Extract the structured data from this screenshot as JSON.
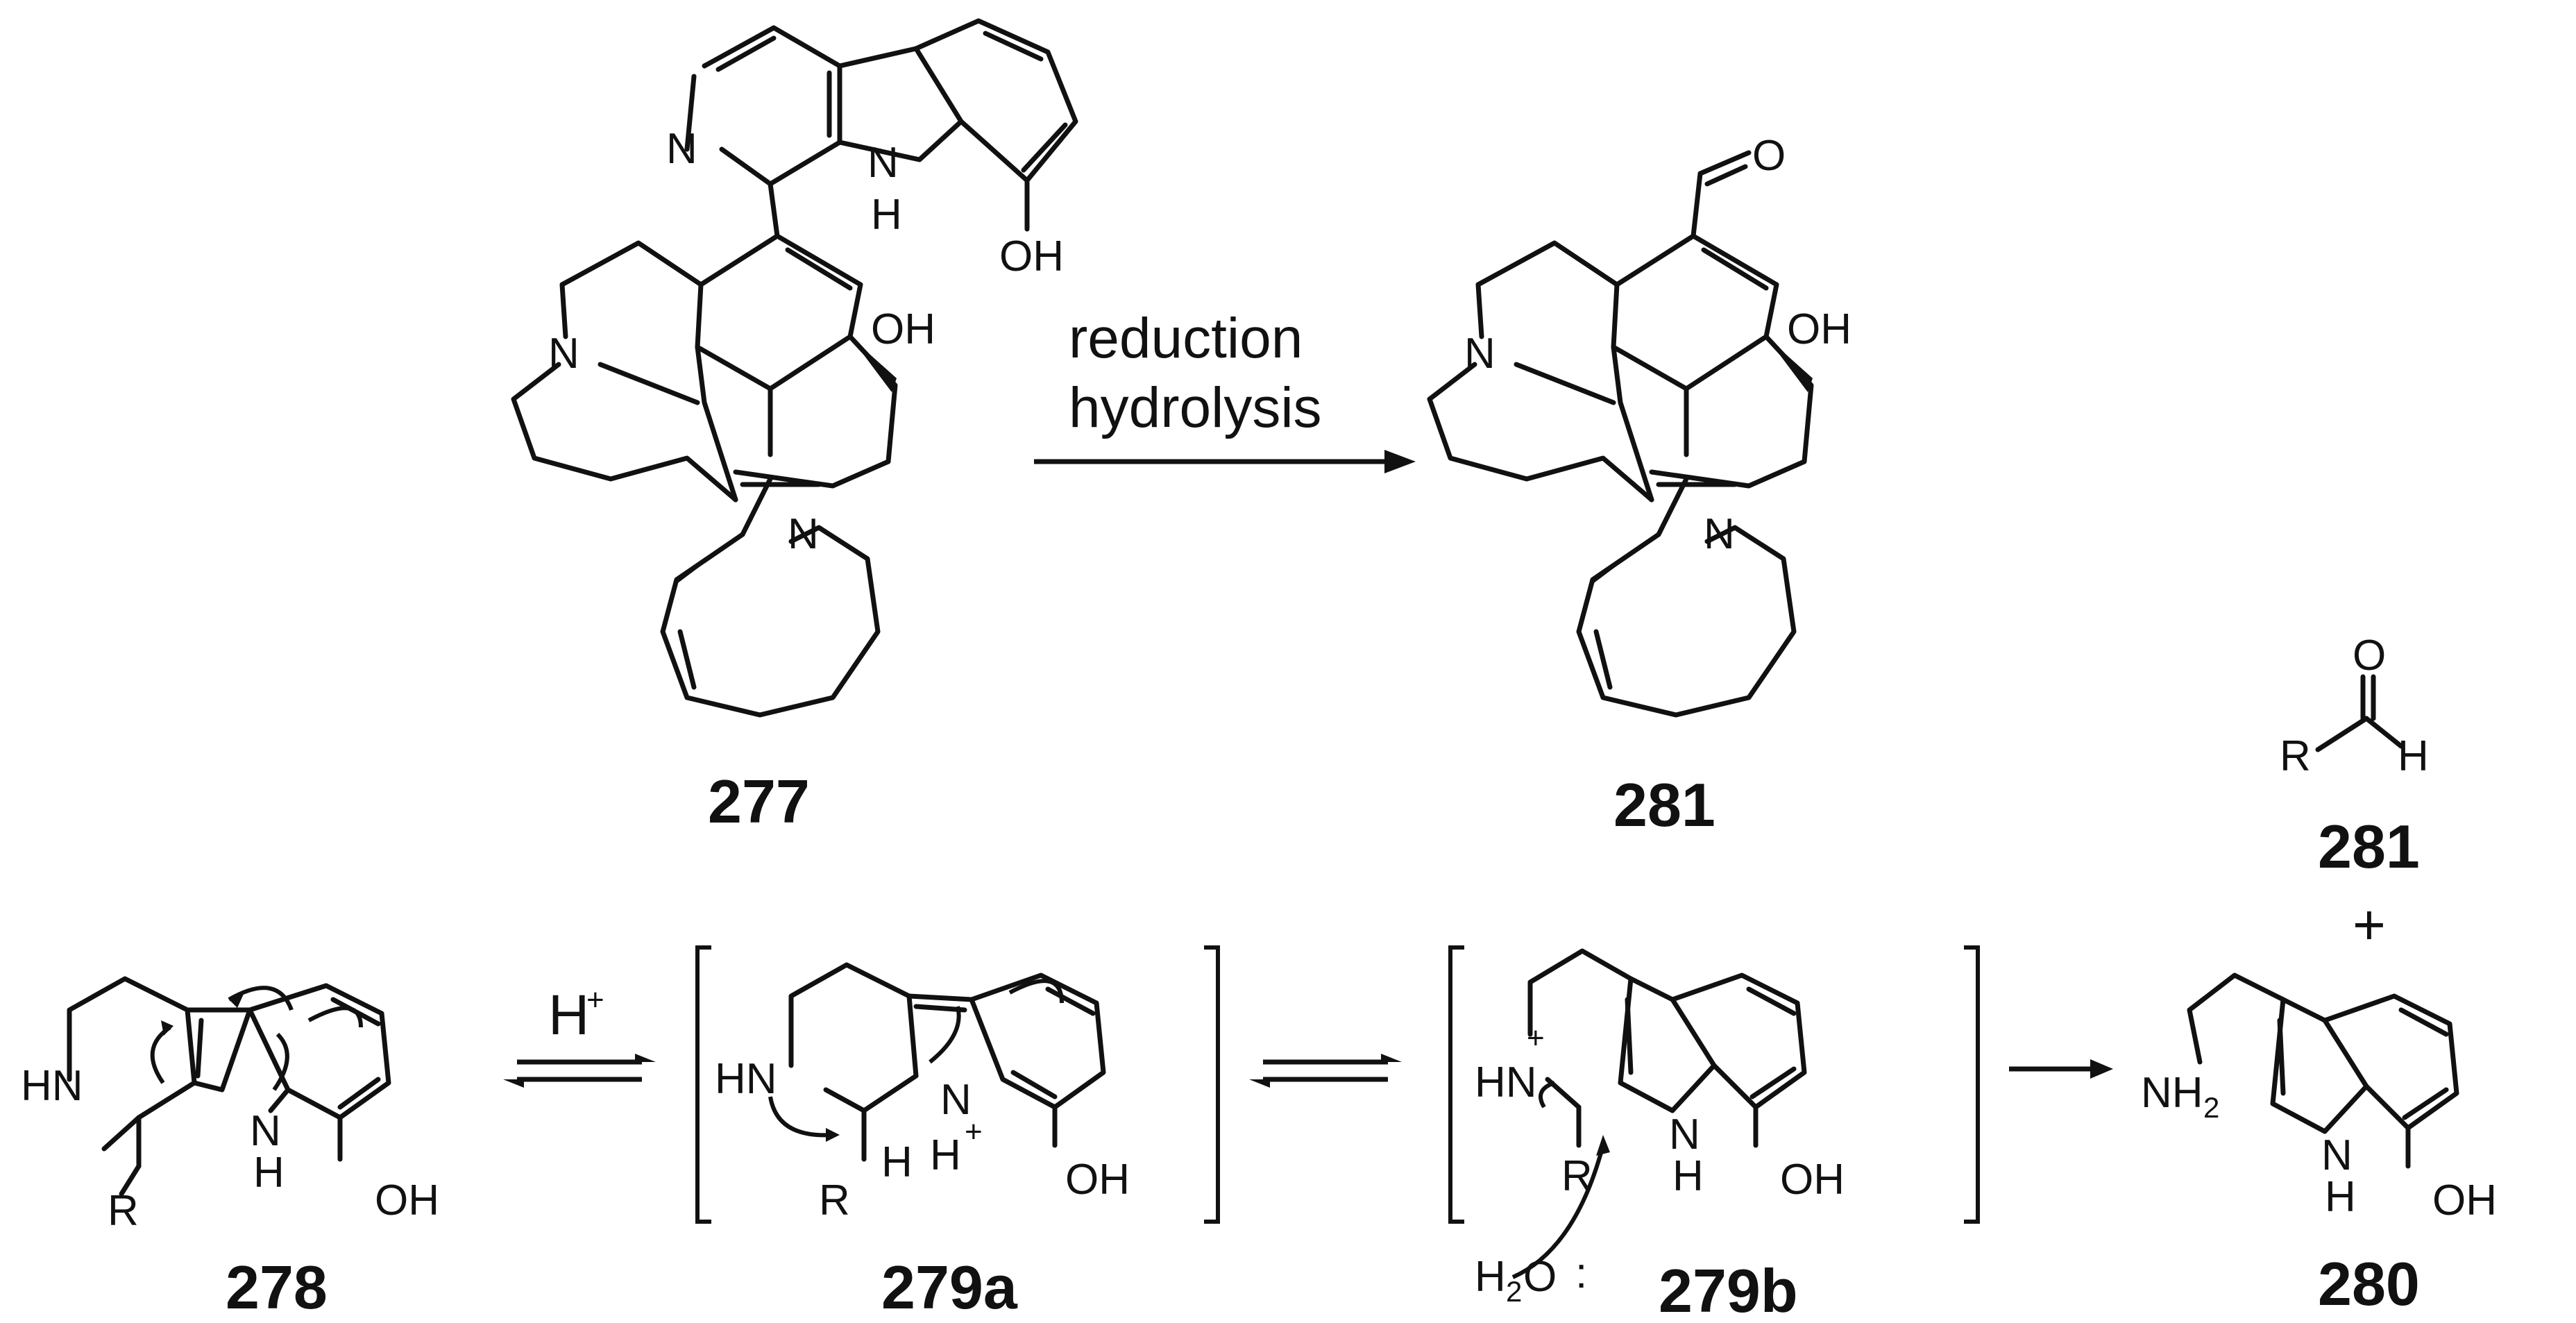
{
  "reaction_top": {
    "reagent_line1": "reduction",
    "reagent_line2": "hydrolysis",
    "compound_start": "277",
    "compound_product": "281"
  },
  "atoms_277": {
    "pyridine_n": "N",
    "indole_nh_n": "N",
    "indole_nh_h": "H",
    "phenol": "OH",
    "tert_oh": "OH",
    "amine_n": "N",
    "azocine_n": "N"
  },
  "atoms_281_top": {
    "aldehyde_o": "O",
    "tert_oh": "OH",
    "amine_n": "N",
    "azocine_n": "N"
  },
  "aldehyde_281": {
    "o": "O",
    "r": "R",
    "h": "H",
    "label": "281",
    "plus": "+"
  },
  "mechanism": {
    "acid": "H",
    "acid_charge": "+",
    "water_h": "H",
    "water_sub": "2",
    "water_o": "O",
    "water_lone_pair": ":",
    "labels": [
      "278",
      "279a",
      "279b",
      "280"
    ]
  },
  "atoms_278": {
    "hn": "HN",
    "r": "R",
    "nh_n": "N",
    "nh_h": "H",
    "oh": "OH"
  },
  "atoms_279a": {
    "hn": "HN",
    "r": "R",
    "h": "H",
    "n": "N",
    "nh": "H",
    "charge": "+",
    "oh": "OH"
  },
  "atoms_279b": {
    "hn": "HN",
    "charge": "+",
    "r": "R",
    "nh_n": "N",
    "nh_h": "H",
    "oh": "OH"
  },
  "atoms_280": {
    "nh2": "NH",
    "nh2_sub": "2",
    "nh_n": "N",
    "nh_h": "H",
    "oh": "OH"
  }
}
